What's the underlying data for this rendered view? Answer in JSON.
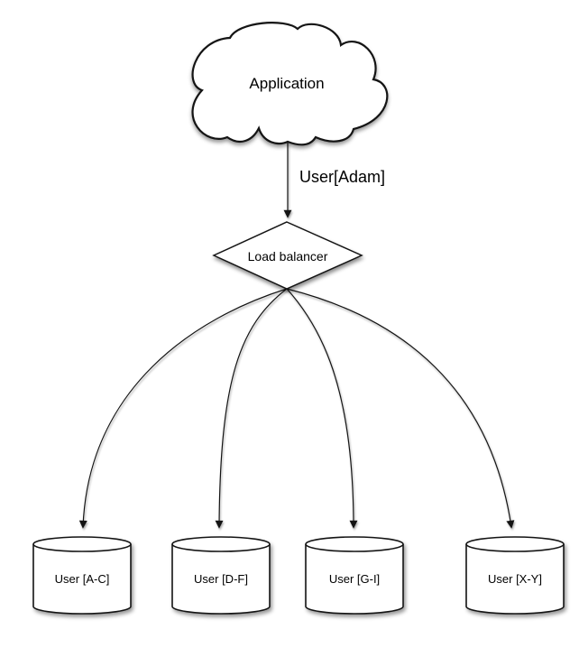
{
  "diagram": {
    "background": "#ffffff",
    "stroke_color": "#141414",
    "fill_color": "#ffffff",
    "text_color": "#000000",
    "nodes": {
      "application": {
        "label": "Application",
        "shape": "cloud"
      },
      "load_balancer": {
        "label": "Load balancer",
        "shape": "diamond"
      },
      "shard_ac": {
        "label": "User [A-C]",
        "shape": "cylinder"
      },
      "shard_df": {
        "label": "User [D-F]",
        "shape": "cylinder"
      },
      "shard_gi": {
        "label": "User [G-I]",
        "shape": "cylinder"
      },
      "shard_xy": {
        "label": "User [X-Y]",
        "shape": "cylinder"
      }
    },
    "edges": [
      {
        "from": "application",
        "to": "load_balancer",
        "label": "User[Adam]"
      },
      {
        "from": "load_balancer",
        "to": "shard_ac",
        "label": ""
      },
      {
        "from": "load_balancer",
        "to": "shard_df",
        "label": ""
      },
      {
        "from": "load_balancer",
        "to": "shard_gi",
        "label": ""
      },
      {
        "from": "load_balancer",
        "to": "shard_xy",
        "label": ""
      }
    ]
  }
}
